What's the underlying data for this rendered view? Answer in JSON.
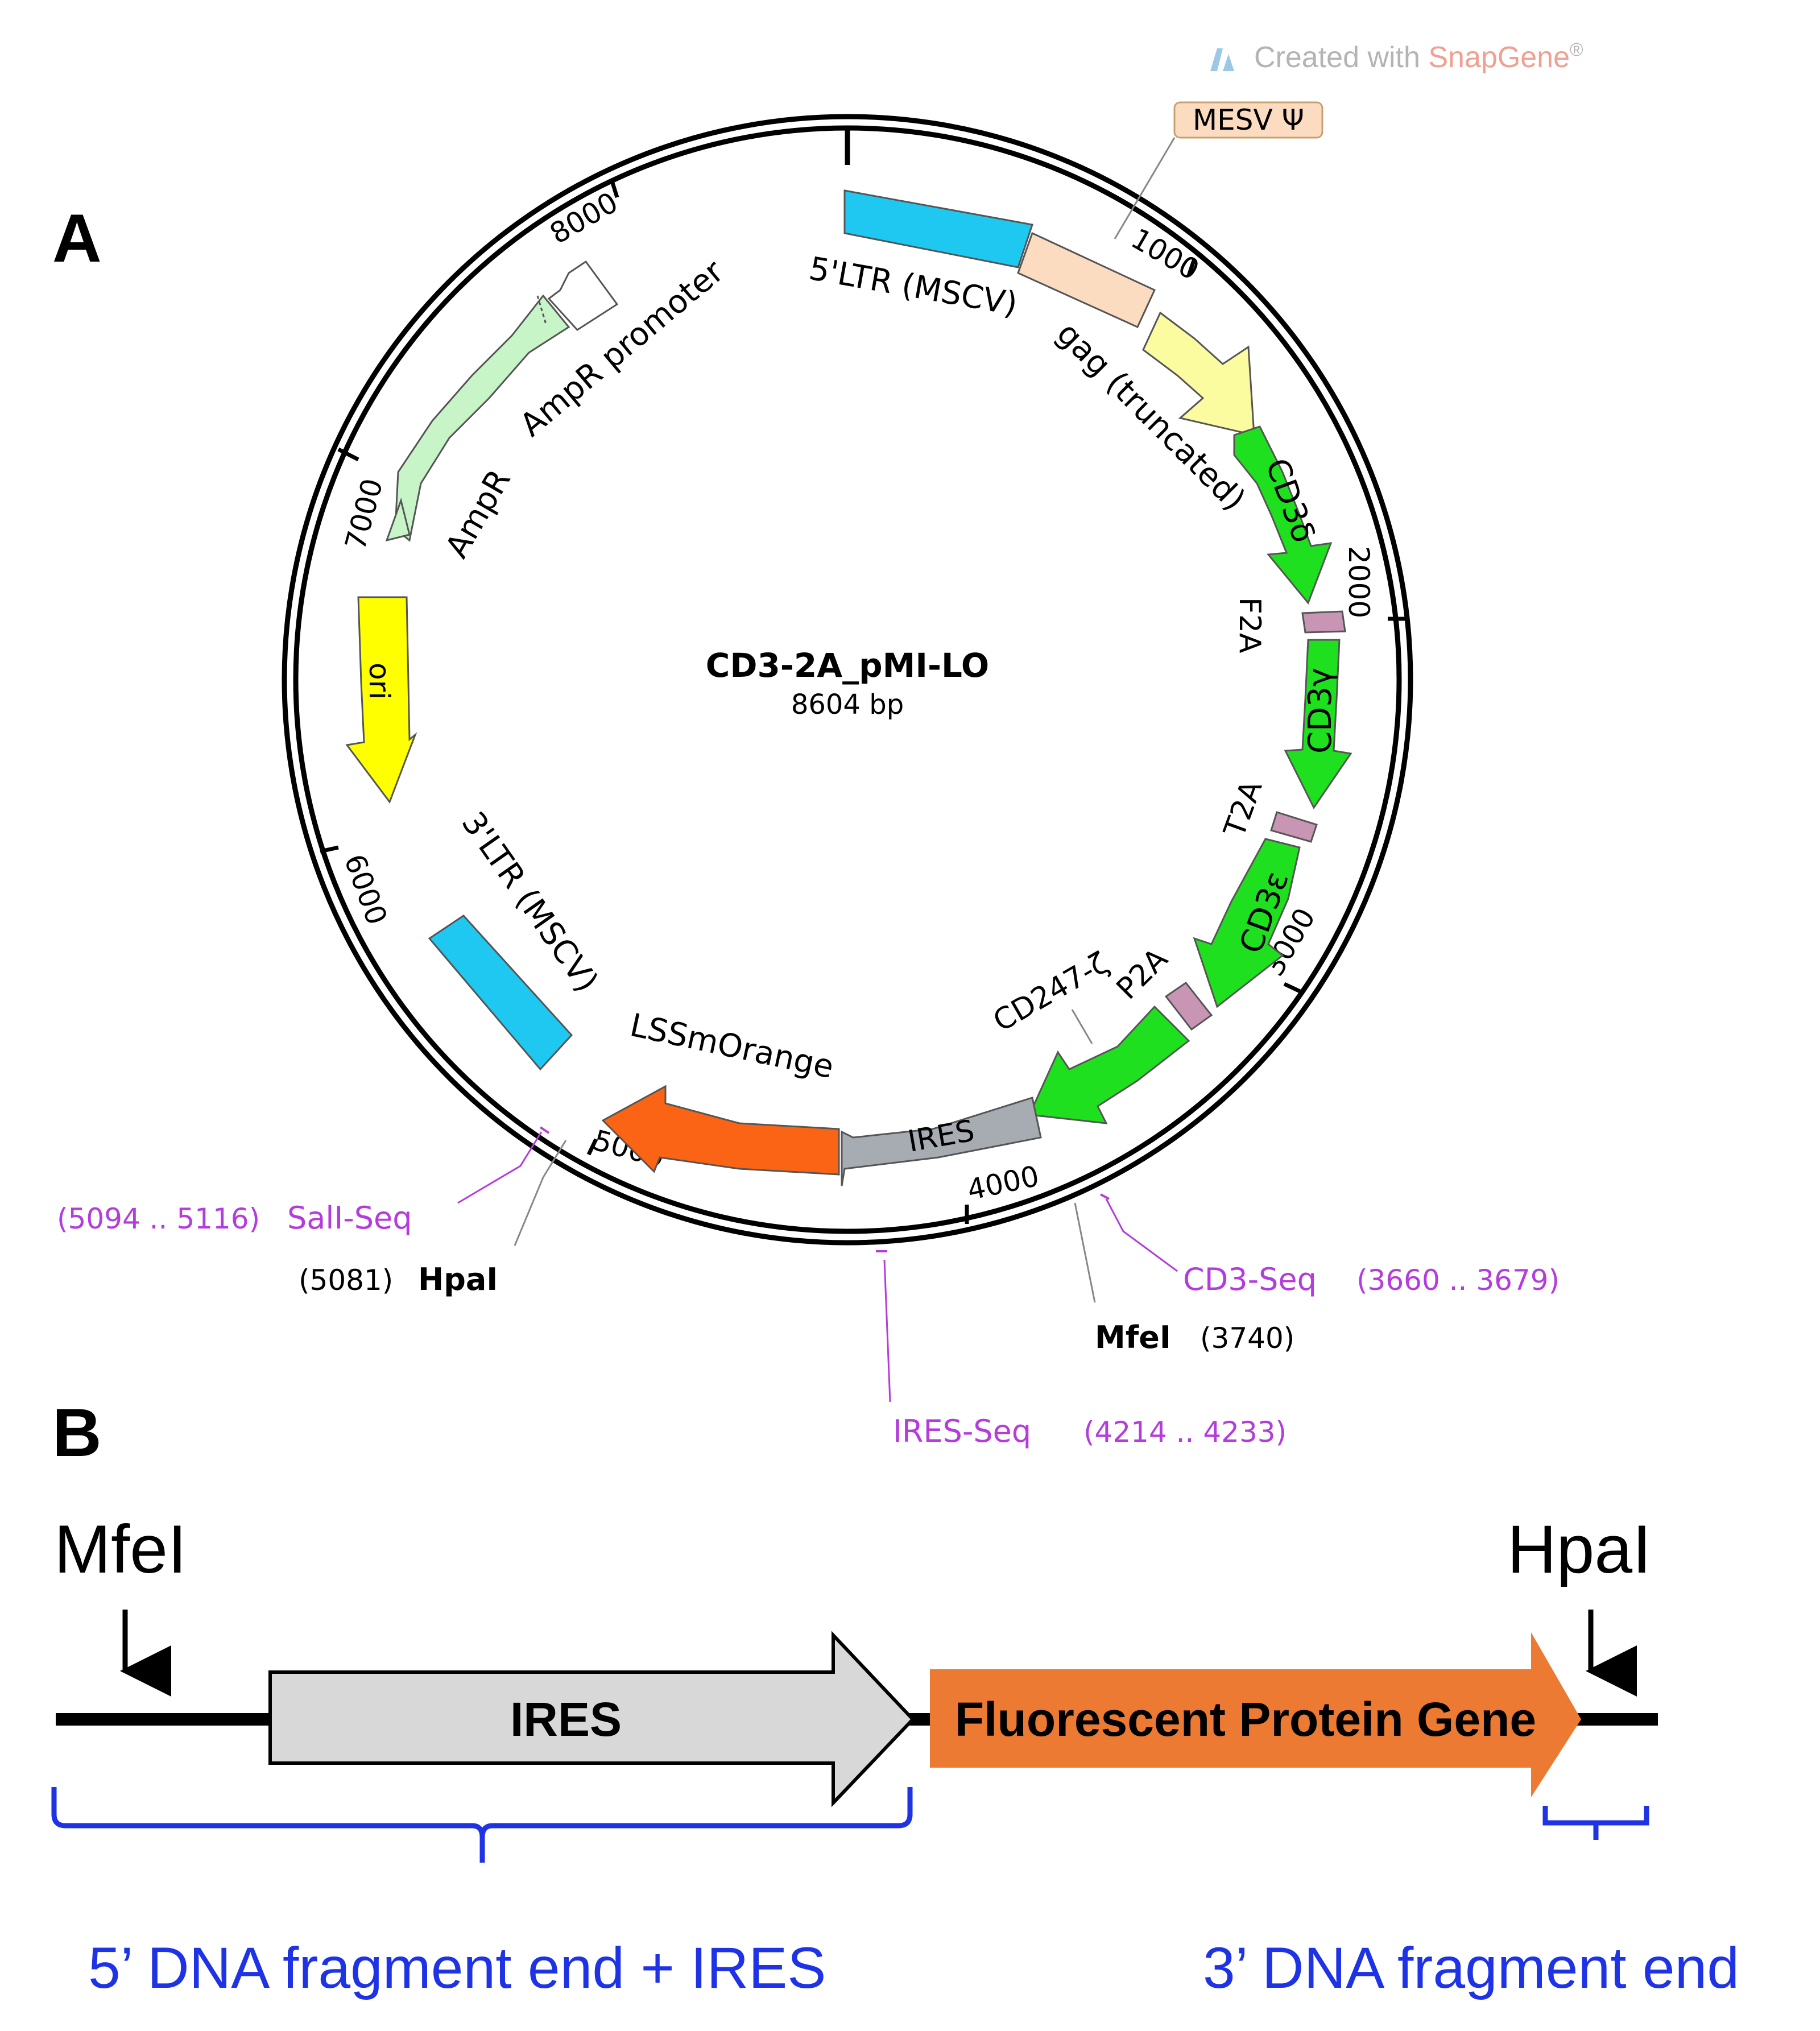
{
  "watermark": {
    "prefix": "Created with ",
    "brand": "SnapGene",
    "reg": "®"
  },
  "panelA": {
    "label": "A",
    "plasmid": {
      "name": "CD3-2A_pMI-LO",
      "size": "8604 bp"
    },
    "ticks": [
      "1000",
      "2000",
      "3000",
      "4000",
      "5000",
      "6000",
      "7000",
      "8000"
    ],
    "features": {
      "ltr5": "5'LTR (MSCV)",
      "mesv": "MESV Ψ",
      "gag": "gag (truncated)",
      "cd3d": "CD3δ",
      "f2a": "F2A",
      "cd3g": "CD3γ",
      "t2a": "T2A",
      "cd3e": "CD3ε",
      "p2a": "P2A",
      "cd247": "CD247-ζ",
      "ires": "IRES",
      "lssm": "LSSmOrange",
      "ltr3": "3'LTR (MSCV)",
      "ori": "ori",
      "ampr": "AmpR",
      "amprp": "AmpR promoter"
    },
    "sites": {
      "cd3seq": {
        "name": "CD3-Seq",
        "range": "(3660 .. 3679)"
      },
      "mfei": {
        "name": "MfeI",
        "pos": "(3740)"
      },
      "iresseq": {
        "name": "IRES-Seq",
        "range": "(4214 .. 4233)"
      },
      "saliseq": {
        "name": "SalI-Seq",
        "range": "(5094 .. 5116)"
      },
      "hpai": {
        "name": "HpaI",
        "pos": "(5081)"
      }
    }
  },
  "panelB": {
    "label": "B",
    "mfei": "MfeI",
    "hpai": "HpaI",
    "ires": "IRES",
    "fp": "Fluorescent Protein Gene",
    "frag5": "5’ DNA fragment end + IRES",
    "frag3": "3’ DNA fragment end"
  },
  "colors": {
    "ltr": "#1ec8f0",
    "mesv": "#fbdcc0",
    "gag": "#fbfba0",
    "cd3": "#1ee01e",
    "linker": "#c896b4",
    "ires": "#a7acb2",
    "lssm": "#fa6414",
    "ori": "#ffff00",
    "ampr": "#c8f5c8",
    "site": "#b43cdc",
    "brace": "#1e32e6",
    "fp": "#ec7a32",
    "iresBox": "#d8d8d8"
  }
}
